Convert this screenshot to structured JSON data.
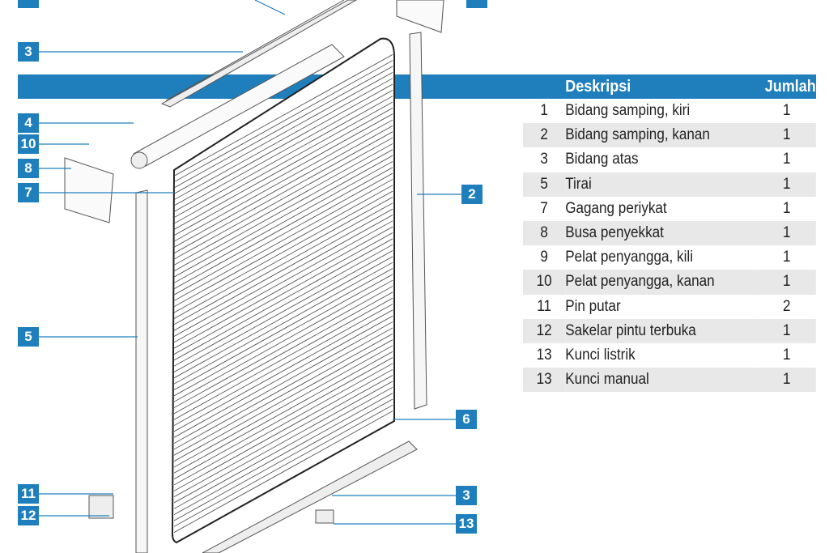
{
  "table": {
    "headers": {
      "description": "Deskripsi",
      "quantity": "Jumlah"
    },
    "rows": [
      {
        "no": "1",
        "description": "Bidang samping, kiri",
        "quantity": "1"
      },
      {
        "no": "2",
        "description": "Bidang samping, kanan",
        "quantity": "1"
      },
      {
        "no": "3",
        "description": "Bidang atas",
        "quantity": "1"
      },
      {
        "no": "5",
        "description": "Tirai",
        "quantity": "1"
      },
      {
        "no": "7",
        "description": "Gagang periykat",
        "quantity": "1"
      },
      {
        "no": "8",
        "description": "Busa penyekkat",
        "quantity": "1"
      },
      {
        "no": "9",
        "description": "Pelat penyangga, kili",
        "quantity": "1"
      },
      {
        "no": "10",
        "description": "Pelat penyangga, kanan",
        "quantity": "1"
      },
      {
        "no": "11",
        "description": "Pin putar",
        "quantity": "2"
      },
      {
        "no": "12",
        "description": "Sakelar pintu terbuka",
        "quantity": "1"
      },
      {
        "no": "13",
        "description": "Kunci listrik",
        "quantity": "1"
      },
      {
        "no": "13",
        "description": "Kunci manual",
        "quantity": "1"
      }
    ]
  },
  "callouts": {
    "c3_top": "3",
    "c4": "4",
    "c10": "10",
    "c8": "8",
    "c7": "7",
    "c5": "5",
    "c2": "2",
    "c6": "6",
    "c11": "11",
    "c12": "12",
    "c3_bottom": "3",
    "c13": "13"
  },
  "colors": {
    "accent": "#1f7fbd",
    "stripe": "#e8e8e8"
  }
}
